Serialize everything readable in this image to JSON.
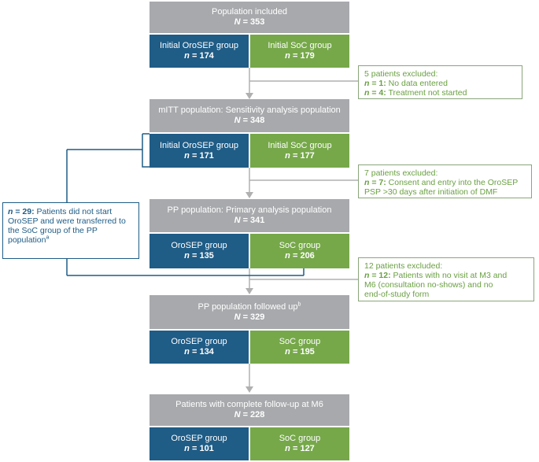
{
  "colors": {
    "grey": "#a7a9ac",
    "blue": "#1f5c86",
    "green": "#76a84a",
    "connector": "#b0b0b0"
  },
  "stages": [
    {
      "title": "Population included",
      "symbol": "N",
      "value": "= 353",
      "left": {
        "label": "Initial OroSEP group",
        "symbol": "n",
        "value": "= 174"
      },
      "right": {
        "label": "Initial SoC group",
        "symbol": "n",
        "value": "= 179"
      }
    },
    {
      "title": "mITT population: Sensitivity analysis population",
      "symbol": "N",
      "value": "= 348",
      "left": {
        "label": "Initial OroSEP group",
        "symbol": "n",
        "value": "= 171"
      },
      "right": {
        "label": "Initial SoC group",
        "symbol": "n",
        "value": "= 177"
      }
    },
    {
      "title": "PP population: Primary analysis population",
      "symbol": "N",
      "value": "= 341",
      "left": {
        "label": "OroSEP group",
        "symbol": "n",
        "value": "= 135"
      },
      "right": {
        "label": "SoC group",
        "symbol": "n",
        "value": "= 206"
      }
    },
    {
      "title": "PP population followed up",
      "title_sup": "b",
      "symbol": "N",
      "value": "= 329",
      "left": {
        "label": "OroSEP group",
        "symbol": "n",
        "value": "= 134"
      },
      "right": {
        "label": "SoC group",
        "symbol": "n",
        "value": "= 195"
      }
    },
    {
      "title": "Patients with complete follow-up at M6",
      "symbol": "N",
      "value": "= 228",
      "left": {
        "label": "OroSEP group",
        "symbol": "n",
        "value": "= 101"
      },
      "right": {
        "label": "SoC group",
        "symbol": "n",
        "value": "= 127"
      }
    }
  ],
  "exclusions": [
    {
      "heading": "5 patients excluded:",
      "lines": [
        {
          "sym": "n",
          "count": "= 1:",
          "text": " No data entered"
        },
        {
          "sym": "n",
          "count": "= 4:",
          "text": " Treatment not started"
        }
      ]
    },
    {
      "heading": "7 patients excluded:",
      "lines": [
        {
          "sym": "n",
          "count": "= 7:",
          "text": " Consent and entry into the OroSEP"
        },
        {
          "sym": "",
          "count": "",
          "text": "PSP >30 days after initiation of DMF"
        }
      ]
    },
    {
      "heading": "12 patients excluded:",
      "lines": [
        {
          "sym": "n",
          "count": "= 12:",
          "text": " Patients with no visit at M3 and"
        },
        {
          "sym": "",
          "count": "",
          "text": "M6 (consultation no-shows) and no"
        },
        {
          "sym": "",
          "count": "",
          "text": "end-of-study form"
        }
      ]
    }
  ],
  "transfer": {
    "sym": "n",
    "count": "= 29:",
    "text": " Patients did not start OroSEP and were transferred to the SoC group of the PP population",
    "sup": "a"
  }
}
